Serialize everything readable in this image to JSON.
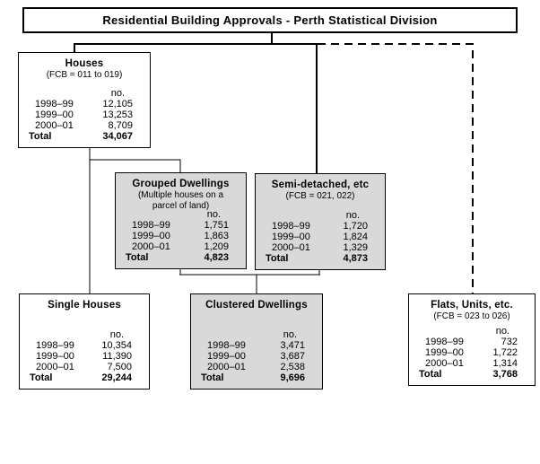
{
  "title": "Residential Building Approvals - Perth Statistical Division",
  "unit_label": "no.",
  "total_label": "Total",
  "years": [
    "1998–99",
    "1999–00",
    "2000–01"
  ],
  "boxes": {
    "houses": {
      "title": "Houses",
      "subtitle": "(FCB = 011 to 019)",
      "values": [
        "12,105",
        "13,253",
        "8,709"
      ],
      "total": "34,067"
    },
    "grouped": {
      "title": "Grouped Dwellings",
      "subtitle": "(Multiple houses on a parcel of land)",
      "values": [
        "1,751",
        "1,863",
        "1,209"
      ],
      "total": "4,823"
    },
    "semi": {
      "title": "Semi-detached, etc",
      "subtitle": "(FCB = 021, 022)",
      "values": [
        "1,720",
        "1,824",
        "1,329"
      ],
      "total": "4,873"
    },
    "single": {
      "title": "Single Houses",
      "values": [
        "10,354",
        "11,390",
        "7,500"
      ],
      "total": "29,244"
    },
    "clustered": {
      "title": "Clustered Dwellings",
      "values": [
        "3,471",
        "3,687",
        "2,538"
      ],
      "total": "9,696"
    },
    "flats": {
      "title": "Flats, Units, etc.",
      "subtitle": "(FCB = 023 to 026)",
      "values": [
        "732",
        "1,722",
        "1,314"
      ],
      "total": "3,768"
    }
  },
  "colors": {
    "highlight_box_fill": "#d9d9d9",
    "plain_box_fill": "#ffffff",
    "line": "#000000",
    "background": "#ffffff"
  }
}
